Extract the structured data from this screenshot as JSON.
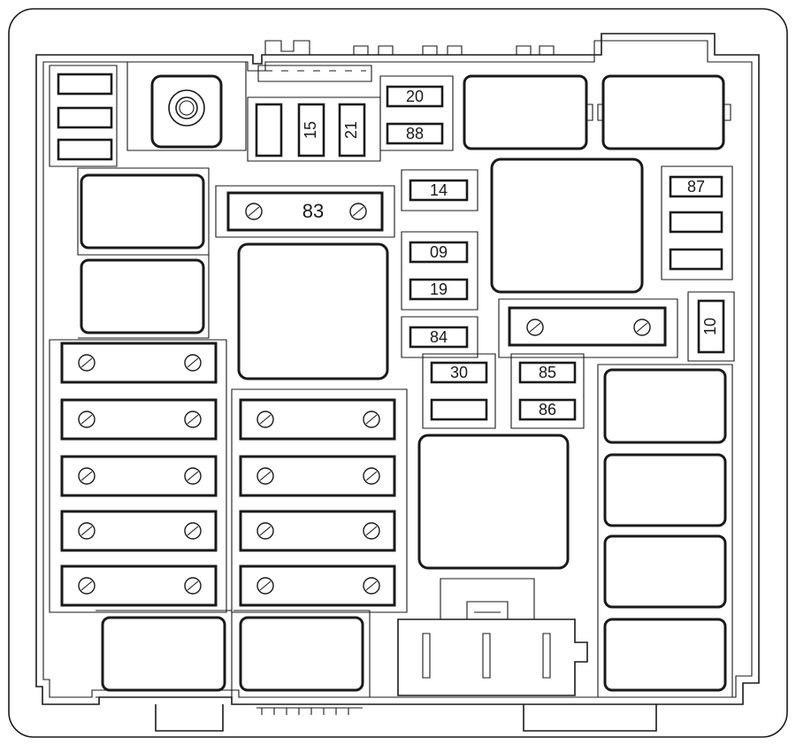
{
  "diagram": {
    "fuse_labels": {
      "f20": "20",
      "f88": "88",
      "f15": "15",
      "f21": "21",
      "f14": "14",
      "f83": "83",
      "f87": "87",
      "f09": "09",
      "f19": "19",
      "f84": "84",
      "f10": "10",
      "f30": "30",
      "f85": "85",
      "f86": "86"
    }
  }
}
